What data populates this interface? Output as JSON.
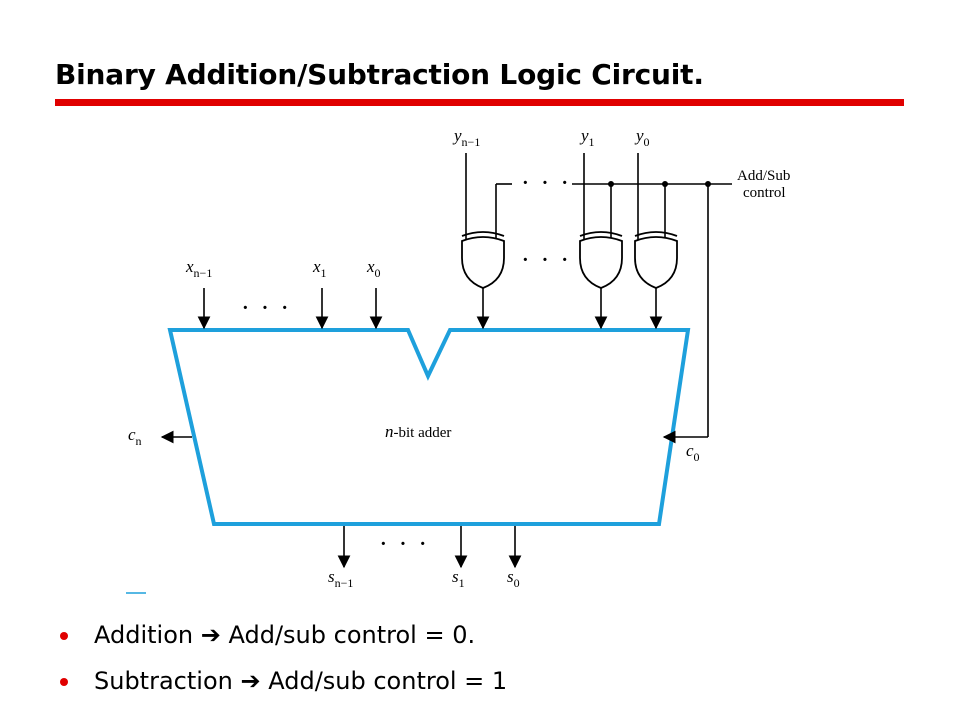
{
  "slide": {
    "title": "Binary Addition/Subtraction Logic Circuit.",
    "accent_color": "#e00000",
    "adder_outline_color": "#1ea0dc"
  },
  "diagram": {
    "adder_label": {
      "italic": "n",
      "text": "-bit adder"
    },
    "control_label": [
      "Add/Sub",
      "control"
    ],
    "y_inputs": [
      {
        "name": "y",
        "sub": "n−1"
      },
      {
        "name": "y",
        "sub": "1"
      },
      {
        "name": "y",
        "sub": "0"
      }
    ],
    "x_inputs": [
      {
        "name": "x",
        "sub": "n−1"
      },
      {
        "name": "x",
        "sub": "1"
      },
      {
        "name": "x",
        "sub": "0"
      }
    ],
    "s_outputs": [
      {
        "name": "s",
        "sub": "n−1"
      },
      {
        "name": "s",
        "sub": "1"
      },
      {
        "name": "s",
        "sub": "0"
      }
    ],
    "carry_out": {
      "name": "c",
      "sub": "n"
    },
    "carry_in": {
      "name": "c",
      "sub": "0"
    },
    "ellipsis": "· · ·"
  },
  "bullets": [
    {
      "term": "Addition",
      "arrow": "➔",
      "rest": "Add/sub control = 0."
    },
    {
      "term": "Subtraction",
      "arrow": "➔",
      "rest": "Add/sub control = 1"
    }
  ]
}
